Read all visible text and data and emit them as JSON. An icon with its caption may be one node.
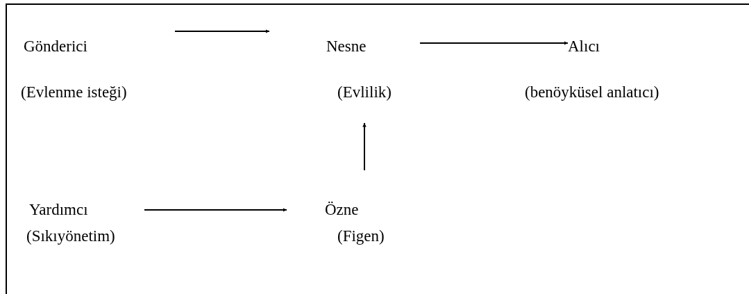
{
  "diagram": {
    "nodes": [
      {
        "text": [
          "Gönderici",
          "(Evlenme isteği)"
        ]
      },
      {
        "text": [
          "Nesne",
          "(Evlilik)"
        ]
      },
      {
        "text": [
          "Alıcı",
          "(benöyküsel anlatıcı)"
        ]
      },
      {
        "text": [
          "Yardımcı",
          "(Sıkıyönetim)"
        ]
      },
      {
        "text": [
          "Özne",
          "(Figen)"
        ]
      }
    ],
    "edges": [
      {
        "from": 0,
        "to": 1,
        "arrow": "to"
      },
      {
        "from": 1,
        "to": 2,
        "arrow": "to"
      },
      {
        "from": 4,
        "to": 1,
        "arrow": "to"
      },
      {
        "from": 3,
        "to": 4,
        "arrow": "to"
      }
    ]
  }
}
